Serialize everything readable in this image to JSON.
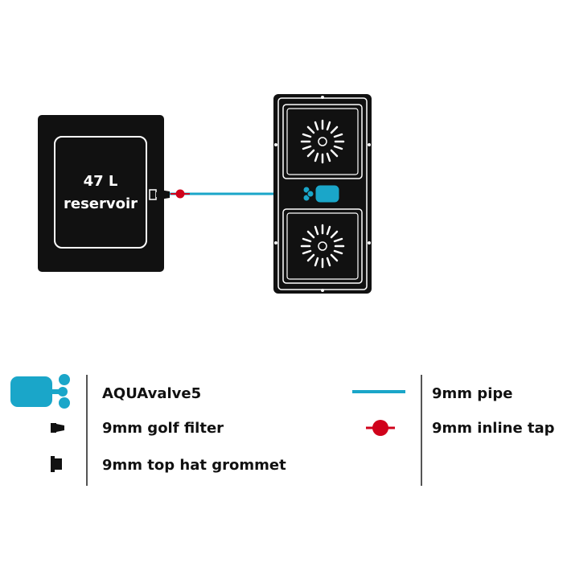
{
  "diagram": {
    "reservoir_label_line1": "47 L",
    "reservoir_label_line2": "reservoir"
  },
  "legend": {
    "aquavalve": "AQUAvalve5",
    "golf_filter": "9mm golf filter",
    "grommet": "9mm top hat grommet",
    "pipe": "9mm pipe",
    "inline_tap": "9mm inline tap"
  },
  "colors": {
    "pipe": "#1aa6c9",
    "valve": "#1aa6c9",
    "tap": "#d0021b",
    "ink": "#111111"
  }
}
